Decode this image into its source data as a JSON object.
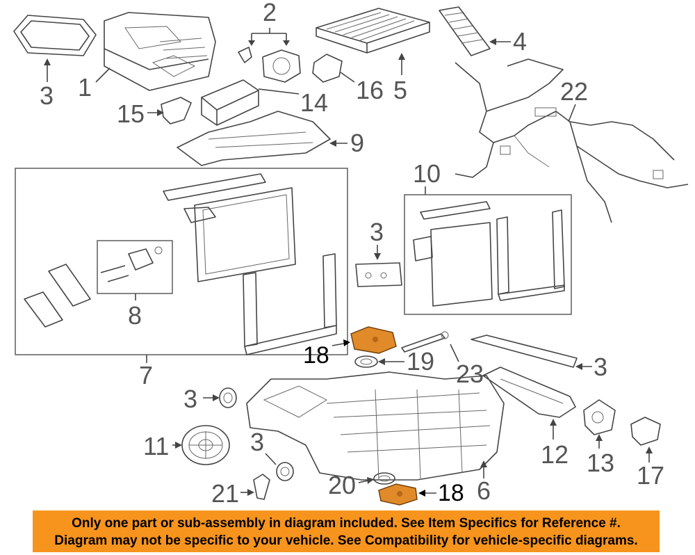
{
  "callouts": {
    "c1": "1",
    "c2": "2",
    "c3a": "3",
    "c3b": "3",
    "c3c": "3",
    "c3d": "3",
    "c3e": "3",
    "c4": "4",
    "c5": "5",
    "c6": "6",
    "c7": "7",
    "c8": "8",
    "c9": "9",
    "c10": "10",
    "c11": "11",
    "c12": "12",
    "c13": "13",
    "c14": "14",
    "c15": "15",
    "c16": "16",
    "c17": "17",
    "c18a": "18",
    "c18b": "18",
    "c19": "19",
    "c20": "20",
    "c21": "21",
    "c22": "22",
    "c23": "23"
  },
  "highlight_color": "#e08a2a",
  "banner": {
    "line1": "Only one part or sub-assembly in diagram included. See Item Specifics for Reference #.",
    "line2": "Diagram may not be specific to your vehicle. See Compatibility for vehicle-specific diagrams.",
    "background": "#f7941d"
  }
}
